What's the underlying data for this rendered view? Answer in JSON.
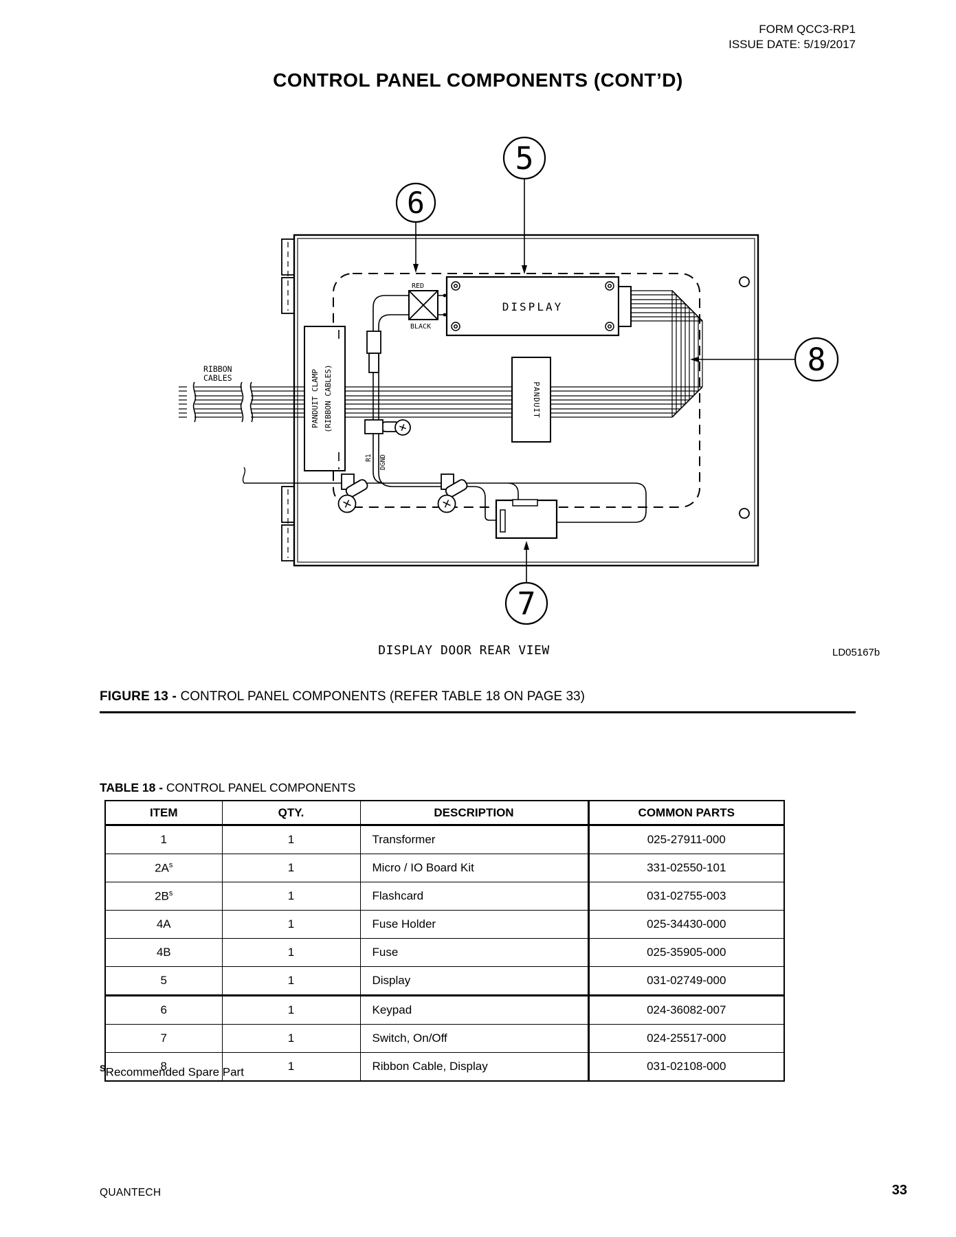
{
  "header": {
    "line1": "FORM QCC3-RP1",
    "line2": "ISSUE DATE: 5/19/2017"
  },
  "title": "CONTROL PANEL COMPONENTS (CONT’D)",
  "diagram": {
    "callouts": {
      "c5": "5",
      "c6": "6",
      "c7": "7",
      "c8": "8"
    },
    "labels": {
      "red": "RED",
      "black": "BLACK",
      "display": "DISPLAY",
      "panduit": "PANDUIT",
      "panduit_clamp_1": "PANDUIT CLAMP",
      "panduit_clamp_2": "(RIBBON CABLES)",
      "ribbon_1": "RIBBON",
      "ribbon_2": "CABLES",
      "r1": "R1",
      "dgnd": "DGND"
    },
    "caption": "DISPLAY DOOR REAR VIEW",
    "code": "LD05167b"
  },
  "figure_caption": {
    "bold": "FIGURE 13 - ",
    "text": "CONTROL PANEL COMPONENTS (REFER TABLE 18 ON PAGE 33)"
  },
  "table": {
    "heading": {
      "bold": "TABLE 18 - ",
      "text": "CONTROL PANEL COMPONENTS"
    },
    "columns": [
      "ITEM",
      "QTY.",
      "DESCRIPTION",
      "COMMON PARTS"
    ],
    "rows": [
      {
        "item": "1",
        "sup": "",
        "qty": "1",
        "description": "Transformer",
        "part": "025-27911-000"
      },
      {
        "item": "2A",
        "sup": "s",
        "qty": "1",
        "description": "Micro / IO Board Kit",
        "part": "331-02550-101"
      },
      {
        "item": "2B",
        "sup": "s",
        "qty": "1",
        "description": "Flashcard",
        "part": "031-02755-003"
      },
      {
        "item": "4A",
        "sup": "",
        "qty": "1",
        "description": "Fuse Holder",
        "part": "025-34430-000"
      },
      {
        "item": "4B",
        "sup": "",
        "qty": "1",
        "description": "Fuse",
        "part": "025-35905-000"
      },
      {
        "item": "5",
        "sup": "",
        "qty": "1",
        "description": "Display",
        "part": "031-02749-000"
      },
      {
        "item": "6",
        "sup": "",
        "qty": "1",
        "description": "Keypad",
        "part": "024-36082-007"
      },
      {
        "item": "7",
        "sup": "",
        "qty": "1",
        "description": "Switch, On/Off",
        "part": "024-25517-000"
      },
      {
        "item": "8",
        "sup": "",
        "qty": "1",
        "description": "Ribbon Cable, Display",
        "part": "031-02108-000"
      }
    ],
    "footnote": {
      "sup": "S",
      "text": "Recommended Spare Part"
    }
  },
  "footer": {
    "brand": "QUANTECH",
    "page": "33"
  }
}
